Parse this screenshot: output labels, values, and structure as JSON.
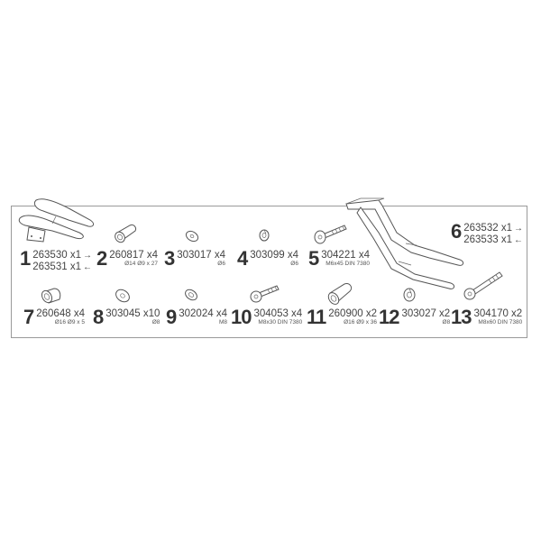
{
  "diagram": {
    "type": "parts-list",
    "frame_color": "#9a9a9a",
    "parts": [
      {
        "num": "1",
        "code": "263530 x1",
        "arrow": "→",
        "code2": "263531 x1",
        "arrow2": "←",
        "spec": "",
        "icon": "side-bracket-icon"
      },
      {
        "num": "2",
        "code": "260817 x4",
        "spec": "Ø14 Ø9 x 27",
        "icon": "spacer-icon"
      },
      {
        "num": "3",
        "code": "303017 x4",
        "spec": "Ø6",
        "icon": "washer-icon"
      },
      {
        "num": "4",
        "code": "303099 x4",
        "spec": "Ø6",
        "icon": "spring-washer-icon"
      },
      {
        "num": "5",
        "code": "304221 x4",
        "spec": "M6x45 DIN 7380",
        "icon": "bolt-icon"
      },
      {
        "num": "6",
        "code": "263532 x1",
        "arrow": "→",
        "code2": "263533 x1",
        "arrow2": "←",
        "spec": "",
        "icon": "rack-frame-icon"
      },
      {
        "num": "7",
        "code": "260648 x4",
        "spec": "Ø16 Ø9 x 5",
        "icon": "spacer-ring-icon"
      },
      {
        "num": "8",
        "code": "303045 x10",
        "spec": "Ø8",
        "icon": "washer-icon"
      },
      {
        "num": "9",
        "code": "302024 x4",
        "spec": "M8",
        "icon": "nut-icon"
      },
      {
        "num": "10",
        "code": "304053 x4",
        "spec": "M8x30 DIN 7380",
        "icon": "bolt-icon"
      },
      {
        "num": "11",
        "code": "260900 x2",
        "spec": "Ø16 Ø9 x 36",
        "icon": "spacer-icon"
      },
      {
        "num": "12",
        "code": "303027 x2",
        "spec": "Ø8",
        "icon": "spring-washer-icon"
      },
      {
        "num": "13",
        "code": "304170 x2",
        "spec": "M8x60 DIN 7380",
        "icon": "bolt-icon"
      }
    ]
  }
}
